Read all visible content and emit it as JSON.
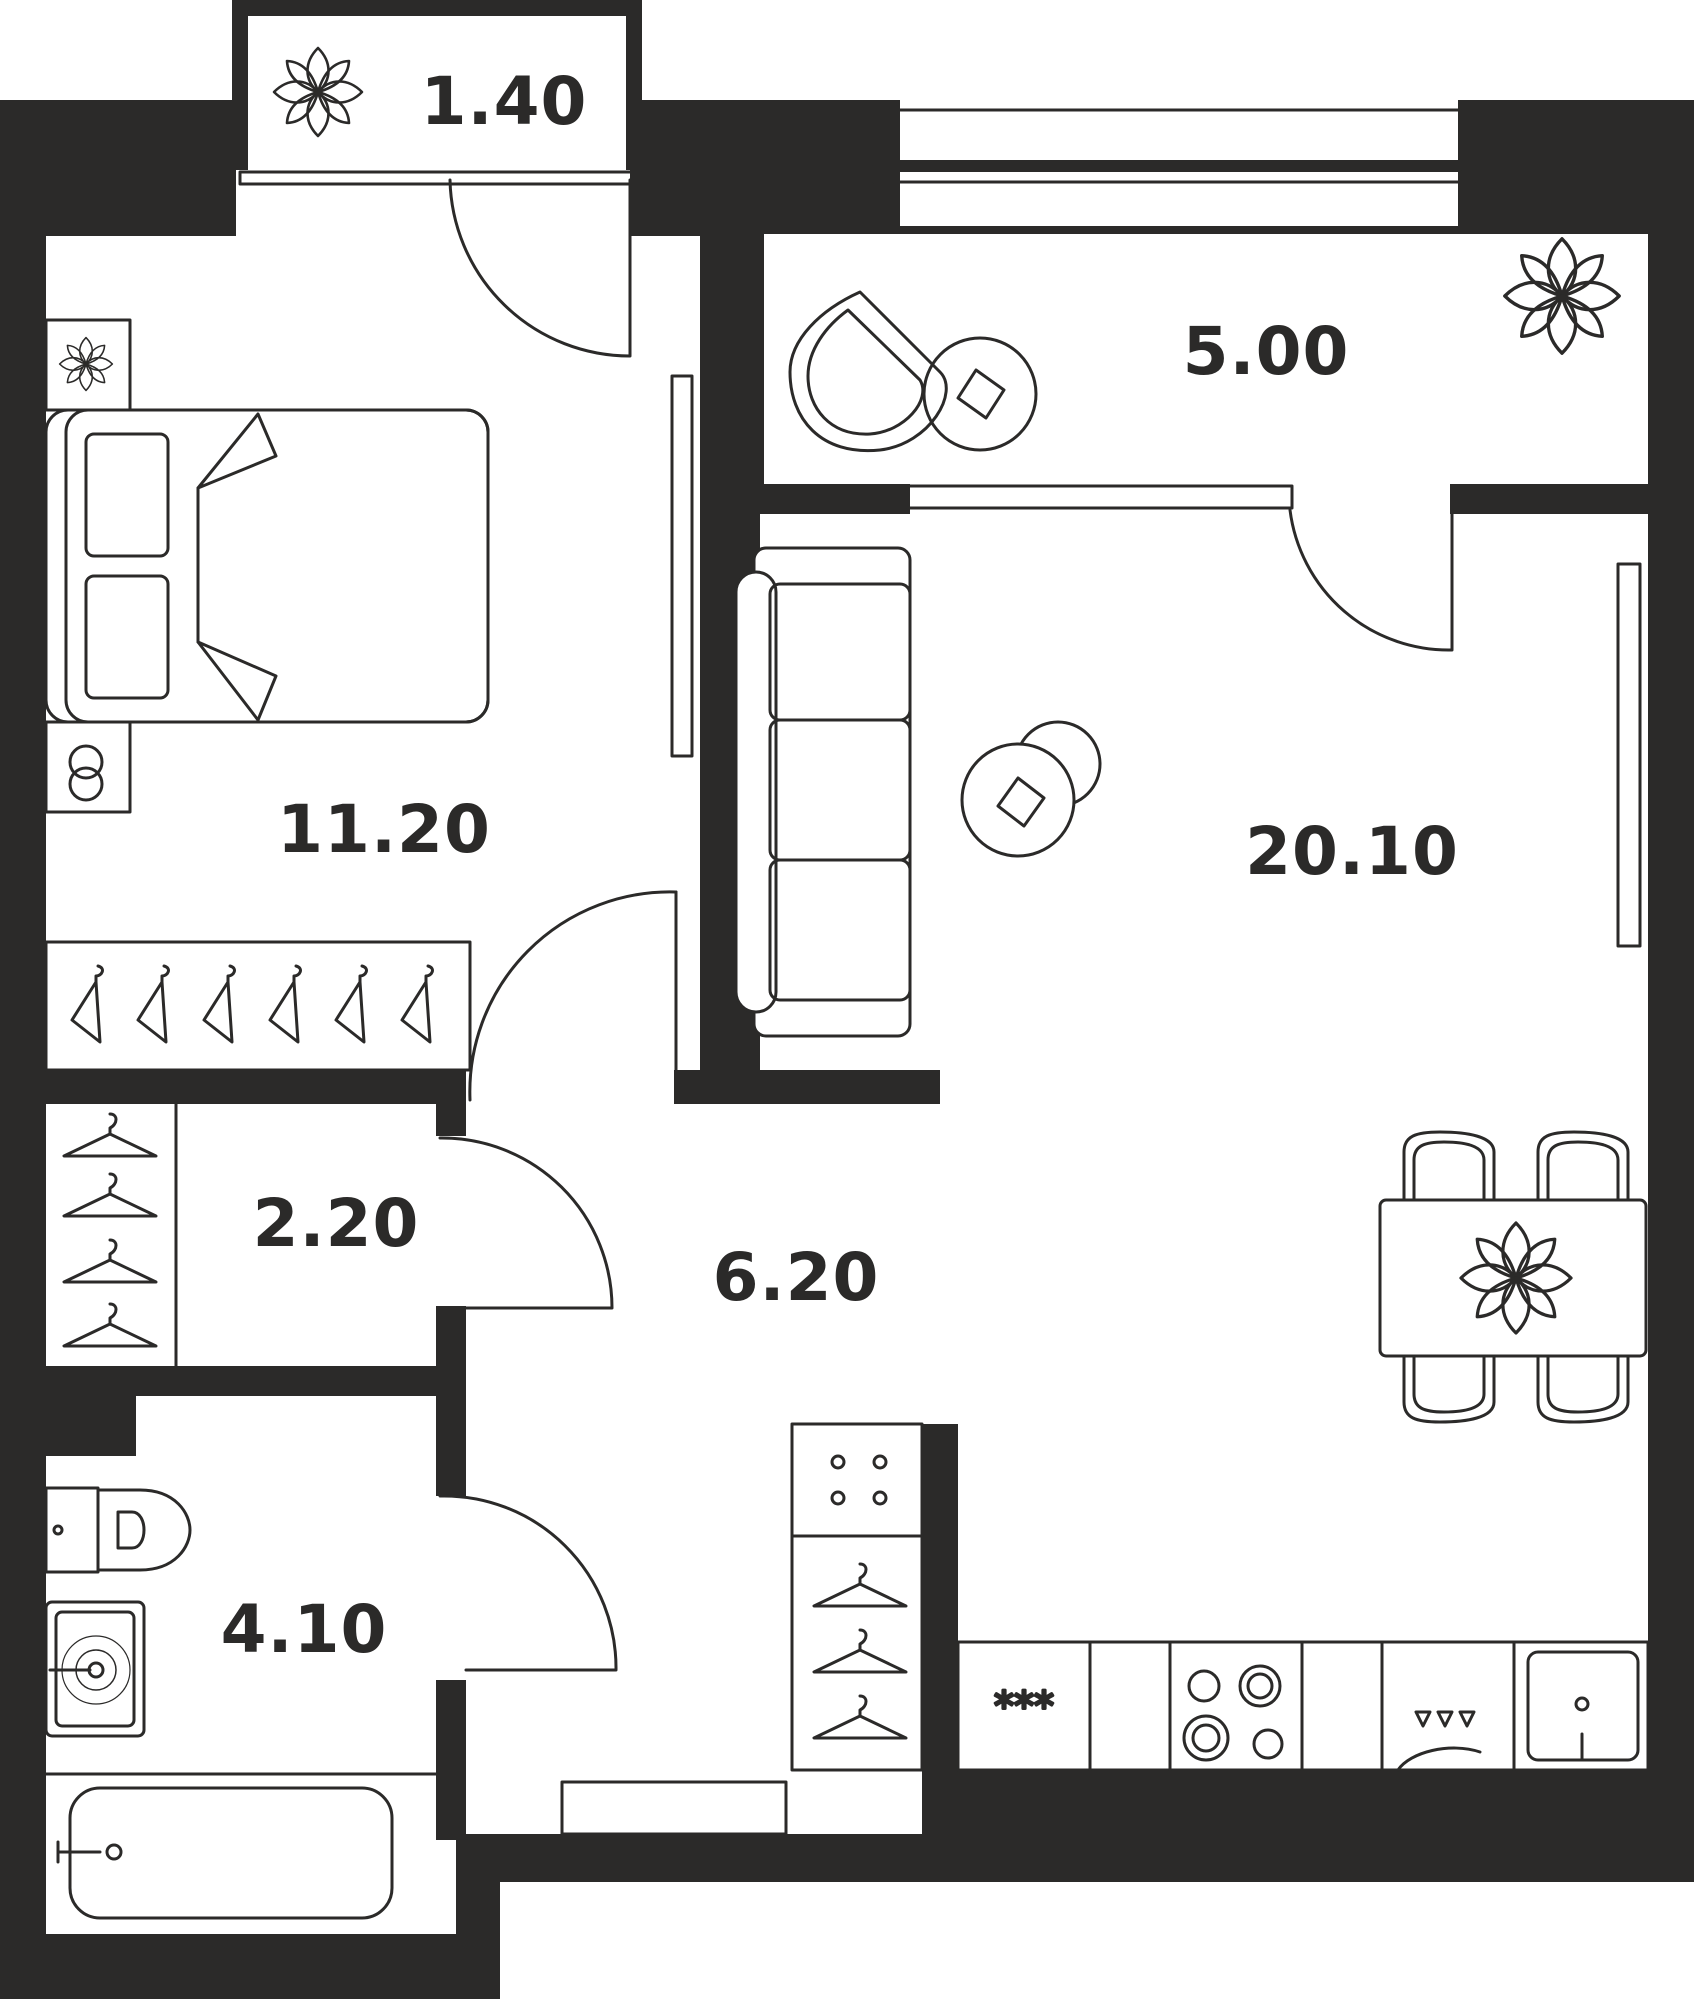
{
  "colors": {
    "wall": "#2b2a29",
    "floor": "#ffffff",
    "line": "#2b2a29"
  },
  "rooms": [
    {
      "id": "balcony-top-left",
      "area": "1.40"
    },
    {
      "id": "loggia",
      "area": "5.00"
    },
    {
      "id": "bedroom",
      "area": "11.20"
    },
    {
      "id": "living-kitchen",
      "area": "20.10"
    },
    {
      "id": "closet",
      "area": "2.20"
    },
    {
      "id": "hallway",
      "area": "6.20"
    },
    {
      "id": "bathroom",
      "area": "4.10"
    }
  ],
  "icons": [
    "flower-icon",
    "bed-icon",
    "hanger-icon",
    "sofa-icon",
    "armchair-icon",
    "table-icon",
    "toilet-icon",
    "sink-icon",
    "bathtub-icon",
    "stove-icon",
    "dining-table-icon",
    "door-icon",
    "window-icon"
  ]
}
